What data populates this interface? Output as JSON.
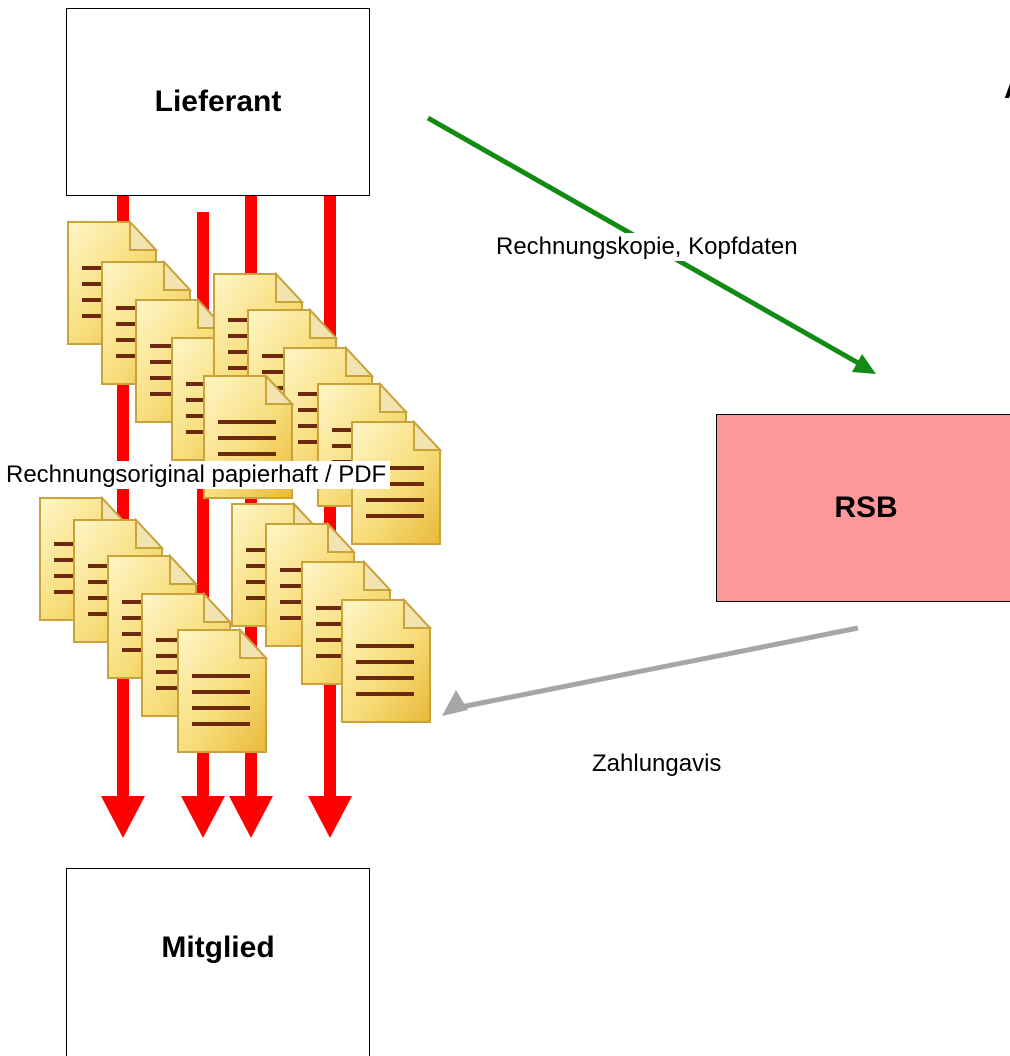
{
  "boxes": {
    "supplier": "Lieferant",
    "rsb": "RSB",
    "member": "Mitglied"
  },
  "flows": {
    "original": "Rechnungsoriginal papierhaft / PDF",
    "copy": "Rechnungskopie, Kopfdaten",
    "payment": "Zahlungavis"
  },
  "corner_text": "A",
  "colors": {
    "original_arrow": "#ff0000",
    "copy_arrow": "#138a13",
    "payment_arrow": "#a6a6a6",
    "rsb_fill": "#ff9999",
    "document_fill": "#f7dd7a",
    "document_lines": "#6b2a10"
  },
  "icons": [
    "document-icon"
  ]
}
